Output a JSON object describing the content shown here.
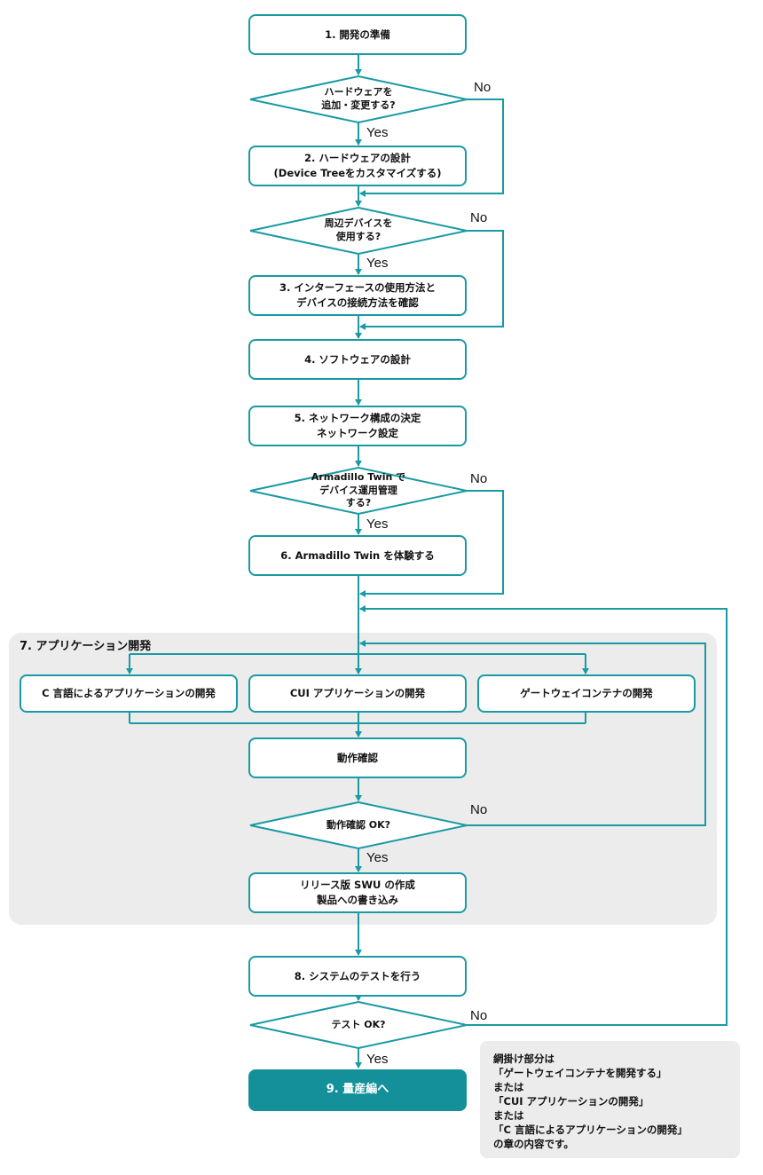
{
  "steps": {
    "s1": "1. 開発の準備",
    "s2": "2. ハードウェアの設計\n(Device Treeをカスタマイズする)",
    "s3": "3. インターフェースの使用方法と\nデバイスの接続方法を確認",
    "s4": "4. ソフトウェアの設計",
    "s5": "5. ネットワーク構成の決定\nネットワーク設定",
    "s6": "6. Armadillo Twin を体験する",
    "app_c": "C 言語によるアプリケーションの開発",
    "app_cui": "CUI アプリケーションの開発",
    "app_gw": "ゲートウェイコンテナの開発",
    "verify": "動作確認",
    "release": "リリース版 SWU の作成\n製品への書き込み",
    "s8": "8. システムのテストを行う",
    "s9": "9. 量産編へ"
  },
  "decisions": {
    "d1": "ハードウェアを\n追加・変更する?",
    "d2": "周辺デバイスを\n使用する?",
    "d3": "Armadillo Twin で\nデバイス運用管理\nする?",
    "d4": "動作確認 OK?",
    "d5": "テスト OK?"
  },
  "labels": {
    "yes": "Yes",
    "no": "No"
  },
  "group_title": "7. アプリケーション開発",
  "note": {
    "lines": [
      "網掛け部分は",
      "「ゲートウェイコンテナを開発する」",
      "または",
      "「CUI アプリケーションの開発」",
      "または",
      "「C 言語によるアプリケーションの開発」",
      "の章の内容です。"
    ]
  },
  "colors": {
    "line": "#1a9aa3",
    "final_fill": "#14909a",
    "group_bg": "#ececec"
  }
}
